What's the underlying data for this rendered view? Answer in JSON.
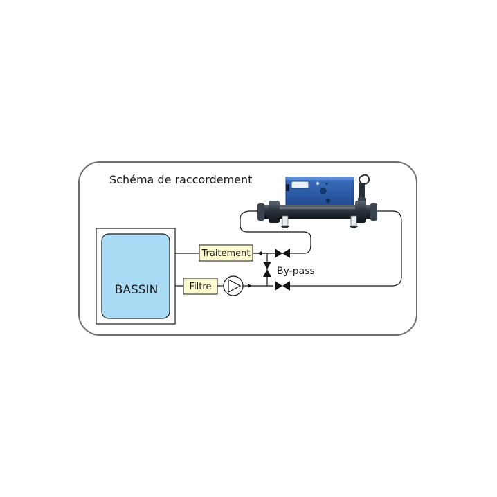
{
  "title": "Schéma de raccordement",
  "pool_label": "BASSIN",
  "treatment_label": "Traitement",
  "filter_label": "Filtre",
  "bypass_label": "By-pass",
  "colors": {
    "frame_stroke": "#6e6e6e",
    "pool_fill": "#a9dcf4",
    "label_box_fill": "#fdfbcf",
    "unit_body": "#2a5aa8",
    "pipe_dark": "#202833",
    "line": "#111111"
  }
}
